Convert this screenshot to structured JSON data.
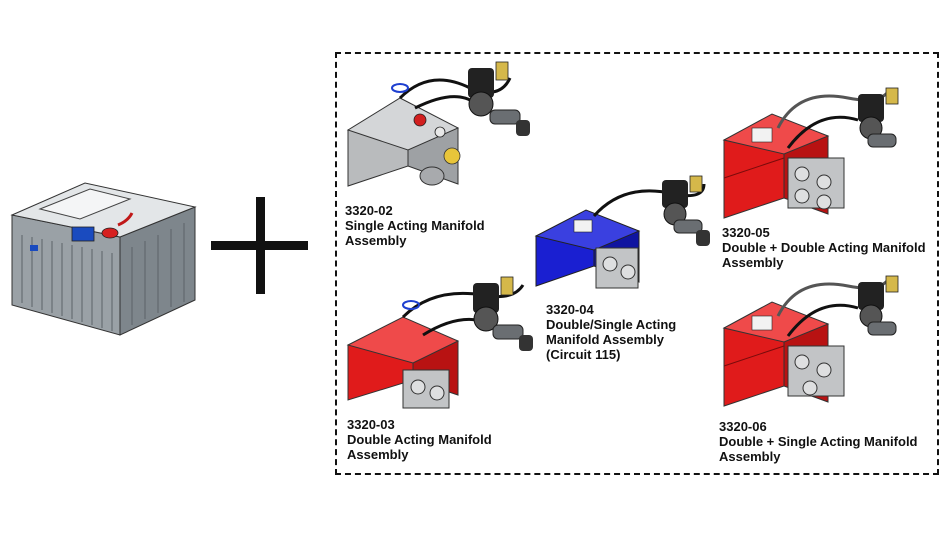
{
  "colors": {
    "outline": "#111111",
    "red_manifold": "#e01b1b",
    "blue_manifold": "#1a1fd1",
    "gray_manifold": "#b9bbbd",
    "power_unit_body": "#cfd3d6"
  },
  "icons": {
    "plus": "plus-icon"
  },
  "products": [
    {
      "code": "3320-02",
      "line1": "Single Acting Manifold",
      "line2": "Assembly",
      "line3": ""
    },
    {
      "code": "3320-03",
      "line1": "Double Acting Manifold",
      "line2": "Assembly",
      "line3": ""
    },
    {
      "code": "3320-04",
      "line1": "Double/Single Acting",
      "line2": "Manifold Assembly",
      "line3": "(Circuit 115)"
    },
    {
      "code": "3320-05",
      "line1": "Double + Double Acting Manifold",
      "line2": "Assembly",
      "line3": ""
    },
    {
      "code": "3320-06",
      "line1": "Double + Single Acting Manifold",
      "line2": "Assembly",
      "line3": ""
    }
  ]
}
